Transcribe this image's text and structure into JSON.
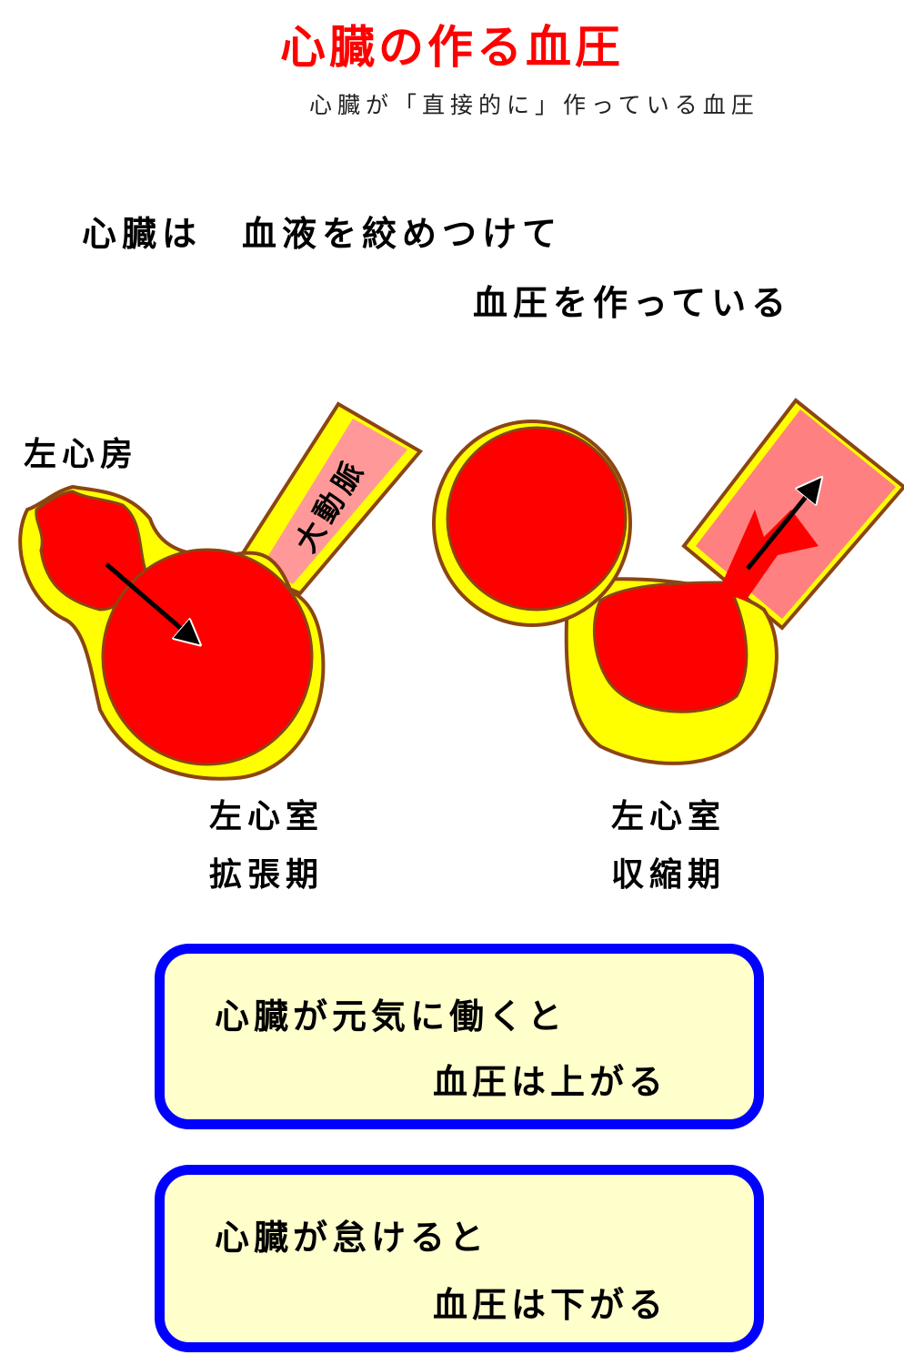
{
  "title": "心臓の作る血圧",
  "subtitle": "心臓が「直接的に」作っている血圧",
  "lead": {
    "line1": "心臓は　血液を絞めつけて",
    "line2": "血圧を作っている"
  },
  "diagram": {
    "left_atrium_label": "左心房",
    "aorta_label": "大動脈",
    "diastole": {
      "chamber": "左心室",
      "phase": "拡張期"
    },
    "systole": {
      "chamber": "左心室",
      "phase": "収縮期"
    },
    "colors": {
      "blood": "#ff0000",
      "wall": "#ffff00",
      "outline": "#8b4513",
      "aorta": "#ff8080",
      "border": "#0000ff",
      "box_fill": "#ffffcc"
    }
  },
  "boxes": [
    {
      "line1": "心臓が元気に働くと",
      "line2": "血圧は上がる"
    },
    {
      "line1": "心臓が怠けると",
      "line2": "血圧は下がる"
    }
  ]
}
